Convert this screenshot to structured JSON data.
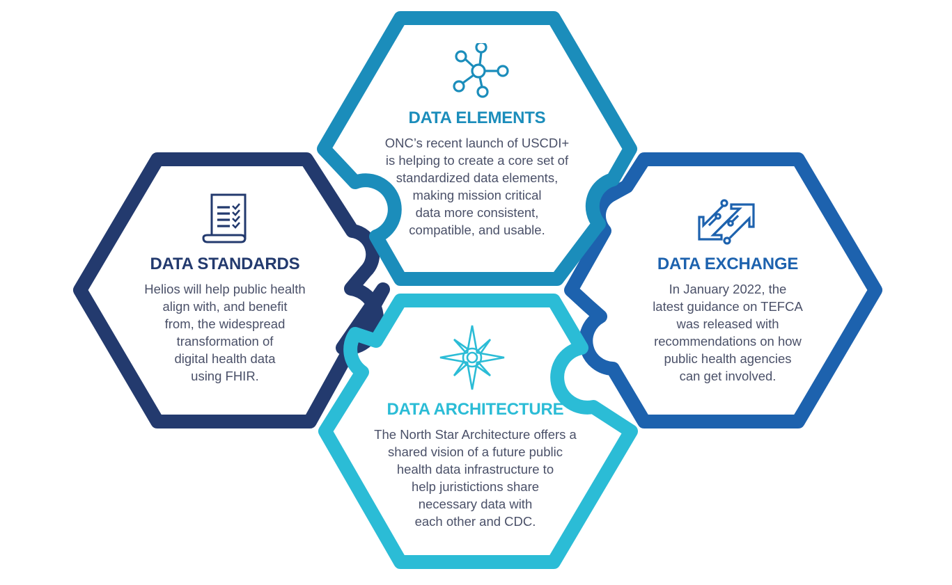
{
  "colors": {
    "data_elements": "#1B8DBB",
    "data_standards": "#233A6E",
    "data_exchange": "#1D62AE",
    "data_architecture": "#2BBCD6",
    "body_text": "#4A5068"
  },
  "hexagons": {
    "data_elements": {
      "icon": "network-nodes-icon",
      "title": "DATA ELEMENTS",
      "lines": [
        "ONC’s recent launch of USCDI+",
        "is helping to create a core set of",
        "standardized data elements,",
        "making mission critical",
        "data more consistent,",
        "compatible, and usable."
      ]
    },
    "data_standards": {
      "icon": "checklist-document-icon",
      "title": "DATA STANDARDS",
      "lines": [
        "Helios will help public health",
        "align with, and benefit",
        "from, the widespread",
        "transformation of",
        "digital health data",
        "using FHIR."
      ]
    },
    "data_exchange": {
      "icon": "bidirectional-circuit-arrows-icon",
      "title": "DATA EXCHANGE",
      "lines": [
        "In January 2022, the",
        "latest guidance on TEFCA",
        "was released with",
        "recommendations on how",
        "public health agencies",
        "can get involved."
      ]
    },
    "data_architecture": {
      "icon": "compass-star-icon",
      "title": "DATA ARCHITECTURE",
      "lines": [
        "The North Star Architecture offers a",
        "shared vision of a future public",
        "health data infrastructure to",
        "help juristictions share",
        "necessary data with",
        "each other and CDC."
      ]
    }
  }
}
